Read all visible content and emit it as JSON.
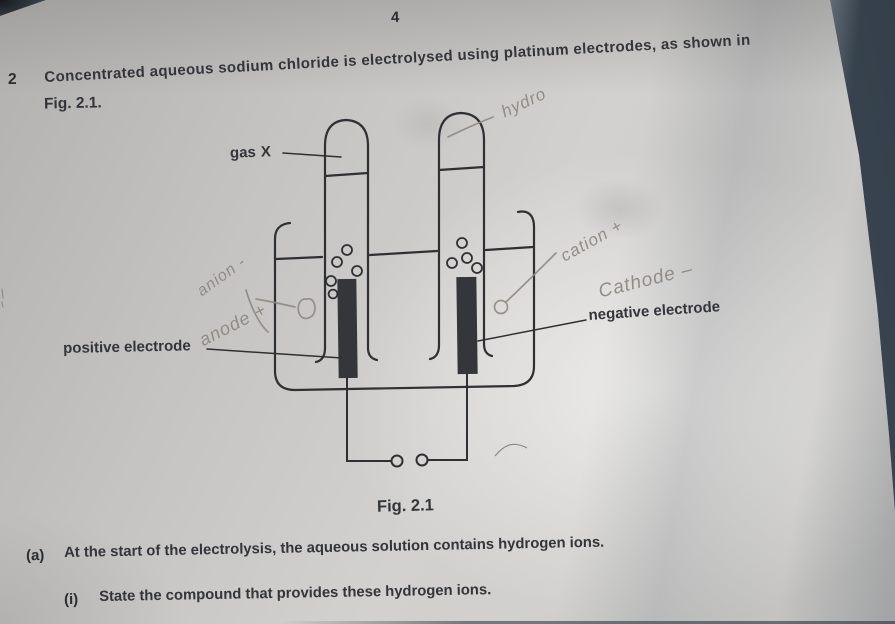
{
  "page": {
    "number": "4",
    "question_number": "2",
    "question_line1": "Concentrated aqueous sodium chloride is electrolysed using platinum electrodes, as shown in",
    "question_line2": "Fig. 2.1."
  },
  "figure": {
    "caption": "Fig. 2.1",
    "gas_word": "gas",
    "gas_x": "X",
    "positive_label": "positive electrode",
    "negative_label": "negative electrode"
  },
  "handwriting": {
    "hydro": "hydro",
    "anion": "anion -",
    "anode": "anode +",
    "cation": "cation +",
    "cathode": "Cathode –"
  },
  "questions": {
    "part_a_label": "(a)",
    "part_a_text": "At the start of the electrolysis, the aqueous solution contains hydrogen ions.",
    "part_i_label": "(i)",
    "part_i_text": "State the compound that provides these hydrogen ions."
  },
  "colors": {
    "paper": "#d2d1cf",
    "background": "#47535e",
    "ink": "#2f3034",
    "pencil": "#8f8981"
  }
}
